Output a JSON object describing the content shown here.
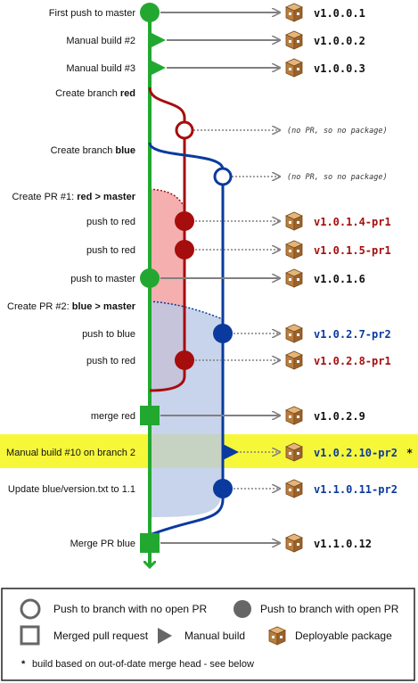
{
  "colors": {
    "master": "#22a830",
    "red": "#a60d0d",
    "blue": "#0a3a9e",
    "red_fill": "#f4a6a6",
    "blue_fill": "#b9c9e6",
    "highlight": "#f7f73a",
    "arrow": "#808080",
    "text_default": "#111111"
  },
  "rows": [
    {
      "label": "First push to master",
      "label_bold": "",
      "version": "v1.0.0.1",
      "version_color": "default",
      "star": false
    },
    {
      "label": "Manual build #2",
      "label_bold": "",
      "version": "v1.0.0.2",
      "version_color": "default",
      "star": false
    },
    {
      "label": "Manual build #3",
      "label_bold": "",
      "version": "v1.0.0.3",
      "version_color": "default",
      "star": false
    },
    {
      "label": "Create branch ",
      "label_bold": "red",
      "version": "",
      "version_color": "default",
      "star": false
    },
    {
      "label": "",
      "label_bold": "",
      "version": "",
      "note": "(no PR, so no package)",
      "star": false
    },
    {
      "label": "Create branch ",
      "label_bold": "blue",
      "version": "",
      "version_color": "default",
      "star": false
    },
    {
      "label": "",
      "label_bold": "",
      "version": "",
      "note": "(no PR, so no package)",
      "star": false
    },
    {
      "label": "Create PR #1: ",
      "label_bold": "red > master",
      "version": "",
      "version_color": "default",
      "star": false
    },
    {
      "label": "push to red",
      "label_bold": "",
      "version": "v1.0.1.4-pr1",
      "version_color": "red",
      "star": false
    },
    {
      "label": "push to red",
      "label_bold": "",
      "version": "v1.0.1.5-pr1",
      "version_color": "red",
      "star": false
    },
    {
      "label": "push to master",
      "label_bold": "",
      "version": "v1.0.1.6",
      "version_color": "default",
      "star": false
    },
    {
      "label": "Create PR #2: ",
      "label_bold": "blue > master",
      "version": "",
      "version_color": "default",
      "star": false
    },
    {
      "label": "push to blue",
      "label_bold": "",
      "version": "v1.0.2.7-pr2",
      "version_color": "blue",
      "star": false
    },
    {
      "label": "push to red",
      "label_bold": "",
      "version": "v1.0.2.8-pr1",
      "version_color": "red",
      "star": false
    },
    {
      "label": "merge red",
      "label_bold": "",
      "version": "v1.0.2.9",
      "version_color": "default",
      "star": false
    },
    {
      "label": "Manual build #10 on branch 2",
      "label_bold": "",
      "version": "v1.0.2.10-pr2",
      "version_color": "blue",
      "star": true
    },
    {
      "label": "Update blue/version.txt to 1.1",
      "label_bold": "",
      "version": "v1.1.0.11-pr2",
      "version_color": "blue",
      "star": false
    },
    {
      "label": "Merge PR blue",
      "label_bold": "",
      "version": "v1.1.0.12",
      "version_color": "default",
      "star": false
    }
  ],
  "star_mark": "*",
  "legend": {
    "open_circle": "Push to branch with no open PR",
    "filled_circle": "Push to branch with open PR",
    "square": "Merged pull request",
    "triangle": "Manual build",
    "package": "Deployable package",
    "footnote_mark": "*",
    "footnote": "build based on out-of-date merge head - see below"
  },
  "icons": [
    "package-icon",
    "open-circle-icon",
    "filled-circle-icon",
    "square-icon",
    "triangle-icon"
  ]
}
